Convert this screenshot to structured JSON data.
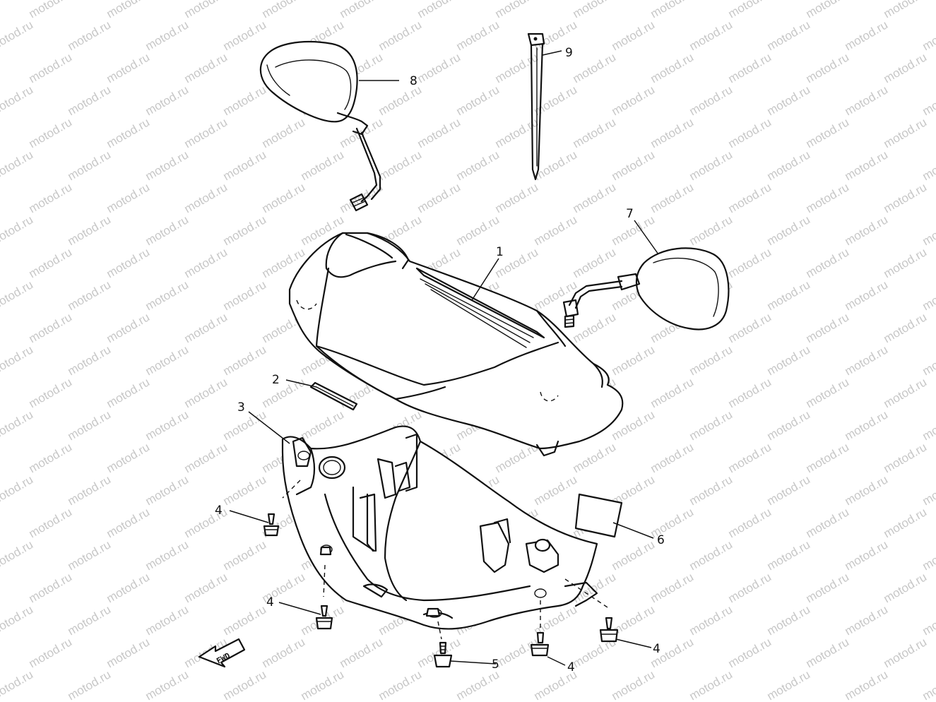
{
  "diagram": {
    "watermark_text": "motod.ru",
    "fwd_label": "FWD",
    "callouts": {
      "p1": "1",
      "p2": "2",
      "p3": "3",
      "p4a": "4",
      "p4b": "4",
      "p4c": "4",
      "p4d": "4",
      "p5": "5",
      "p6": "6",
      "p7": "7",
      "p8": "8",
      "p9": "9"
    }
  }
}
